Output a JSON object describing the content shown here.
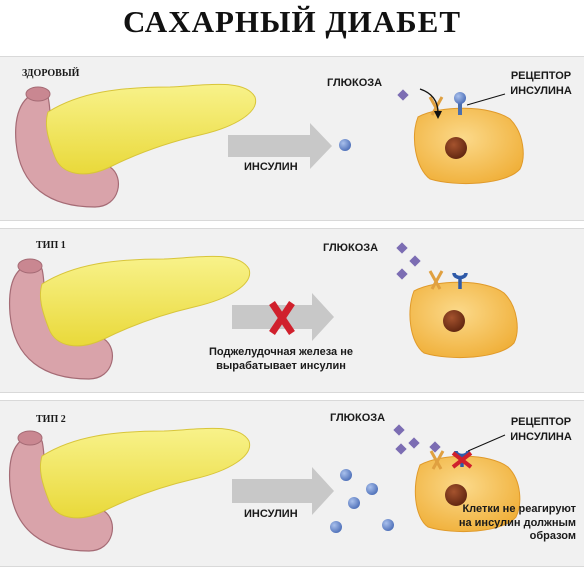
{
  "title": "САХАРНЫЙ ДИАБЕТ",
  "panels": {
    "healthy": {
      "tag": "ЗДОРОВЫЙ",
      "insulin_label": "ИНСУЛИН",
      "glucose_label": "ГЛЮКОЗА",
      "receptor_label": "РЕЦЕПТОР ИНСУЛИНА"
    },
    "type1": {
      "tag": "ТИП 1",
      "glucose_label": "ГЛЮКОЗА",
      "note": "Поджелудочная железа не вырабатывает инсулин"
    },
    "type2": {
      "tag": "ТИП 2",
      "insulin_label": "ИНСУЛИН",
      "glucose_label": "ГЛЮКОЗА",
      "receptor_label": "РЕЦЕПТОР ИНСУЛИНА",
      "note": "Клетки не реагируют на инсулин должным образом"
    }
  },
  "colors": {
    "pancreas": "#f4ea5a",
    "duodenum": "#d9a3aa",
    "cell": "#f7c45a",
    "nucleus": "#7a3318",
    "insulin": "#6f8fcf",
    "glucose": "#7c6db3",
    "arrow": "#c8c8c8",
    "cross": "#d0202c"
  }
}
